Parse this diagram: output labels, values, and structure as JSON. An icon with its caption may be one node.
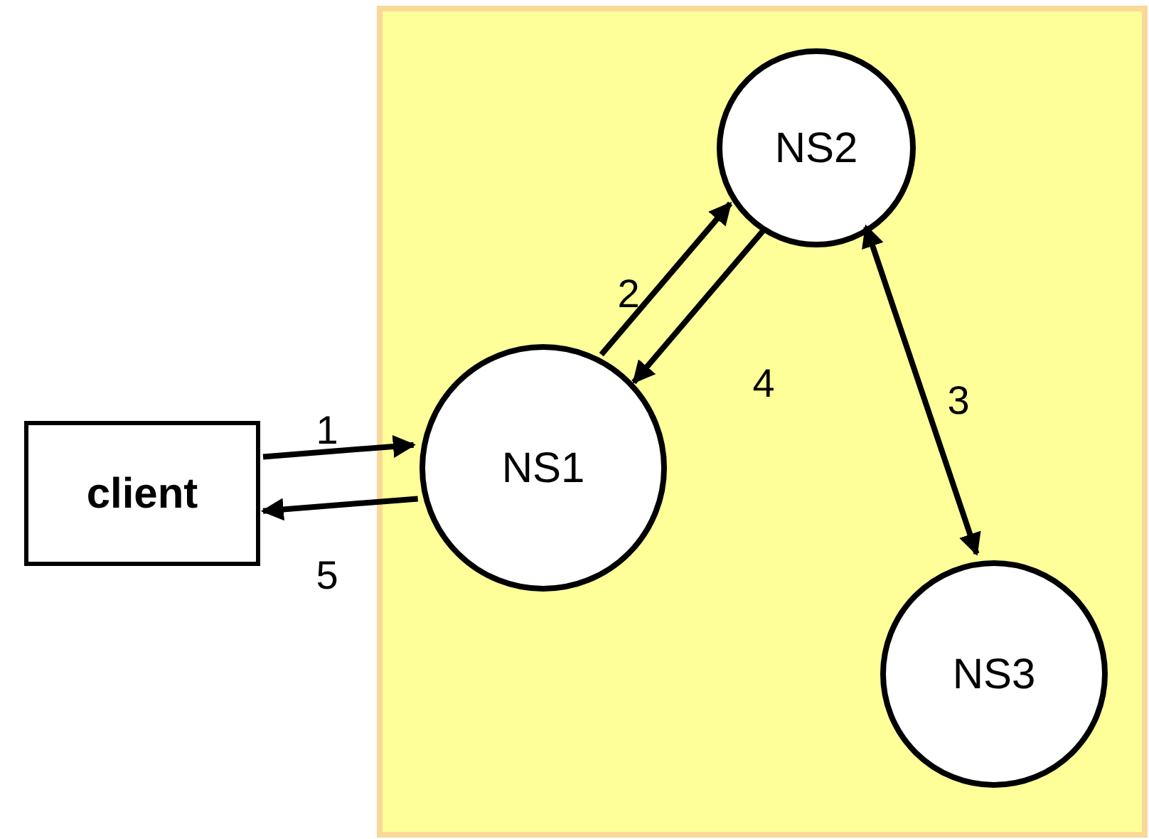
{
  "diagram": {
    "nodes": [
      {
        "text": [
          "client"
        ]
      },
      {
        "text": [],
        "shape": "box"
      },
      {
        "text": [
          "NS1"
        ],
        "in": 1
      },
      {
        "text": [
          "NS2"
        ],
        "in": 1
      },
      {
        "text": [
          "NS3"
        ],
        "in": 1
      }
    ],
    "edges": [
      {
        "from": 0,
        "to": 2,
        "arrow": "to",
        "label": "1"
      },
      {
        "from": 2,
        "to": 0,
        "arrow": "to",
        "label": "5"
      },
      {
        "from": 2,
        "to": 3,
        "arrow": "to",
        "label": "2"
      },
      {
        "from": 3,
        "to": 2,
        "arrow": "to",
        "label": "4"
      },
      {
        "from": 3,
        "to": 4,
        "arrow": "both",
        "label": "3"
      }
    ]
  }
}
